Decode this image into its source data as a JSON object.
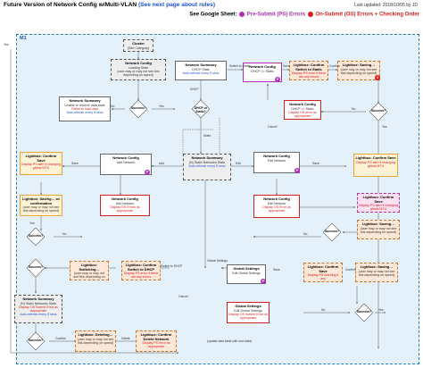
{
  "header": {
    "title": "Future Version of Network Config w/Multi-VLAN",
    "title_link": "(See next page about rules)",
    "updated": "Last updated: 2018/10/05 by JD"
  },
  "legend": {
    "see": "See Google Sheet:",
    "pre": "Pre-Submit (PS) Errors",
    "err": "On-Submit (OS) Errors + Checking Order"
  },
  "region": {
    "label": "M1"
  },
  "start": {
    "label": "Cluster",
    "sub": "(See Category)"
  },
  "nodes": {
    "loading": {
      "title": "Network Config",
      "sub": "Loading State",
      "desc": "(user may or may not see this depending on speed)"
    },
    "unable": {
      "title": "Network Summary",
      "sub": "Unable to retrieve data state",
      "error": "Failed to load data",
      "action": "Auto-refresh every 5 secs"
    },
    "summary_dhcp": {
      "title": "Network Summary",
      "sub": "DHCP State",
      "action": "Auto-refresh every 5 secs"
    },
    "config_dhcp": {
      "title": "Network Config",
      "sub": "DHCP => Static"
    },
    "lb_switch_static": {
      "title": "Lightbox: Confirm Switch to Static",
      "error": "Display PS error if there are any errors"
    },
    "lb_saving_top": {
      "title": "Lightbox: Saving…",
      "sub": "(user may or may not see this depending on speed)"
    },
    "config_dhcp_err": {
      "title": "Network Config",
      "sub": "DHCP => Static",
      "error": "Display OS error as appropriate"
    },
    "lb_confirm_left": {
      "title": "Lightbox: Confirm Save",
      "error": "Display PS alert if changing global MTU"
    },
    "add_network": {
      "title": "Network Config",
      "sub": "Add Network"
    },
    "static_summary": {
      "title": "Network Summary",
      "sub": "(N) Static Networks State",
      "action": "Auto-refresh every 5 secs"
    },
    "edit_network": {
      "title": "Network Config",
      "sub": "Edit Network"
    },
    "lb_confirm_right": {
      "title": "Lightbox: Confirm Save",
      "error": "Display PS alert if changing global MTU"
    },
    "lb_saving_left": {
      "title": "Lightbox: Saving… w/ confirmation",
      "sub": "(user may or may not see this depending on speed)"
    },
    "add_network_err": {
      "title": "Network Config",
      "sub": "Add Network",
      "error": "Display OS Errors as appropriate"
    },
    "edit_network_err": {
      "title": "Network Config",
      "sub": "Edit Network",
      "error": "Display OS Error as appropriate"
    },
    "lb_confirm_right2": {
      "title": "Lightbox: Confirm Save",
      "error": "Display PS alert if changing global MTU"
    },
    "lb_saving_right": {
      "title": "Lightbox: Saving…",
      "sub": "(user may or may not see this depending on speed)"
    },
    "lb_switching": {
      "title": "Lightbox: Switching…",
      "sub": "(user may or may not see this depending on speed)"
    },
    "lb_switch_dhcp": {
      "title": "Lightbox: Confirm Switch to DHCP",
      "error": "Display PS error if there are any errors"
    },
    "global1": {
      "title": "Global Settings",
      "sub": "Edit Global Settings"
    },
    "lb_confirm_global": {
      "title": "Lightbox: Confirm Save",
      "error": "Display PS Warning if any"
    },
    "lb_saving_global": {
      "title": "Lightbox: Saving…",
      "sub": "(user may or may not see this depending on speed)"
    },
    "static_summary_err": {
      "title": "Network Summary",
      "sub": "(N) Static Networks State",
      "error": "Display OS Submit Error as appropriate",
      "action": "Auto-refresh every 5 secs"
    },
    "lb_deleting": {
      "title": "Lightbox: Deleting…",
      "sub": "(user may or may not see this depending on speed)"
    },
    "lb_confirm_delete": {
      "title": "Lightbox: Confirm Delete Network",
      "error": "Display PS error as appropriate"
    },
    "global2": {
      "title": "Global Settings",
      "sub": "Edit Global Settings",
      "error": "Display OS Submit Error as appropriate"
    }
  },
  "decisions": {
    "success": "Success?",
    "dhcp": "DHCP or Static?"
  },
  "labels": {
    "yes": "Yes",
    "no": "No",
    "cancel": "Cancel",
    "save": "Save",
    "confirm": "Confirm",
    "dhcp": "DHCP",
    "static": "Static",
    "edit": "Edit",
    "add": "Add",
    "delete": "Delete",
    "switch_static": "Switch to Static",
    "switch_dhcp": "Switch to DHCP",
    "global": "Global Settings",
    "failed": "Failed to load data",
    "update_table": "(update data table with new data)"
  },
  "colors": {
    "region_fill": "#e4f1fb",
    "region_border": "#2a7fbf",
    "pre_submit": "#b02db8",
    "on_submit": "#d62020",
    "link": "#1f4fd6",
    "lightbox_fill": "#fde7d8",
    "pink_fill": "#fde0f2"
  }
}
